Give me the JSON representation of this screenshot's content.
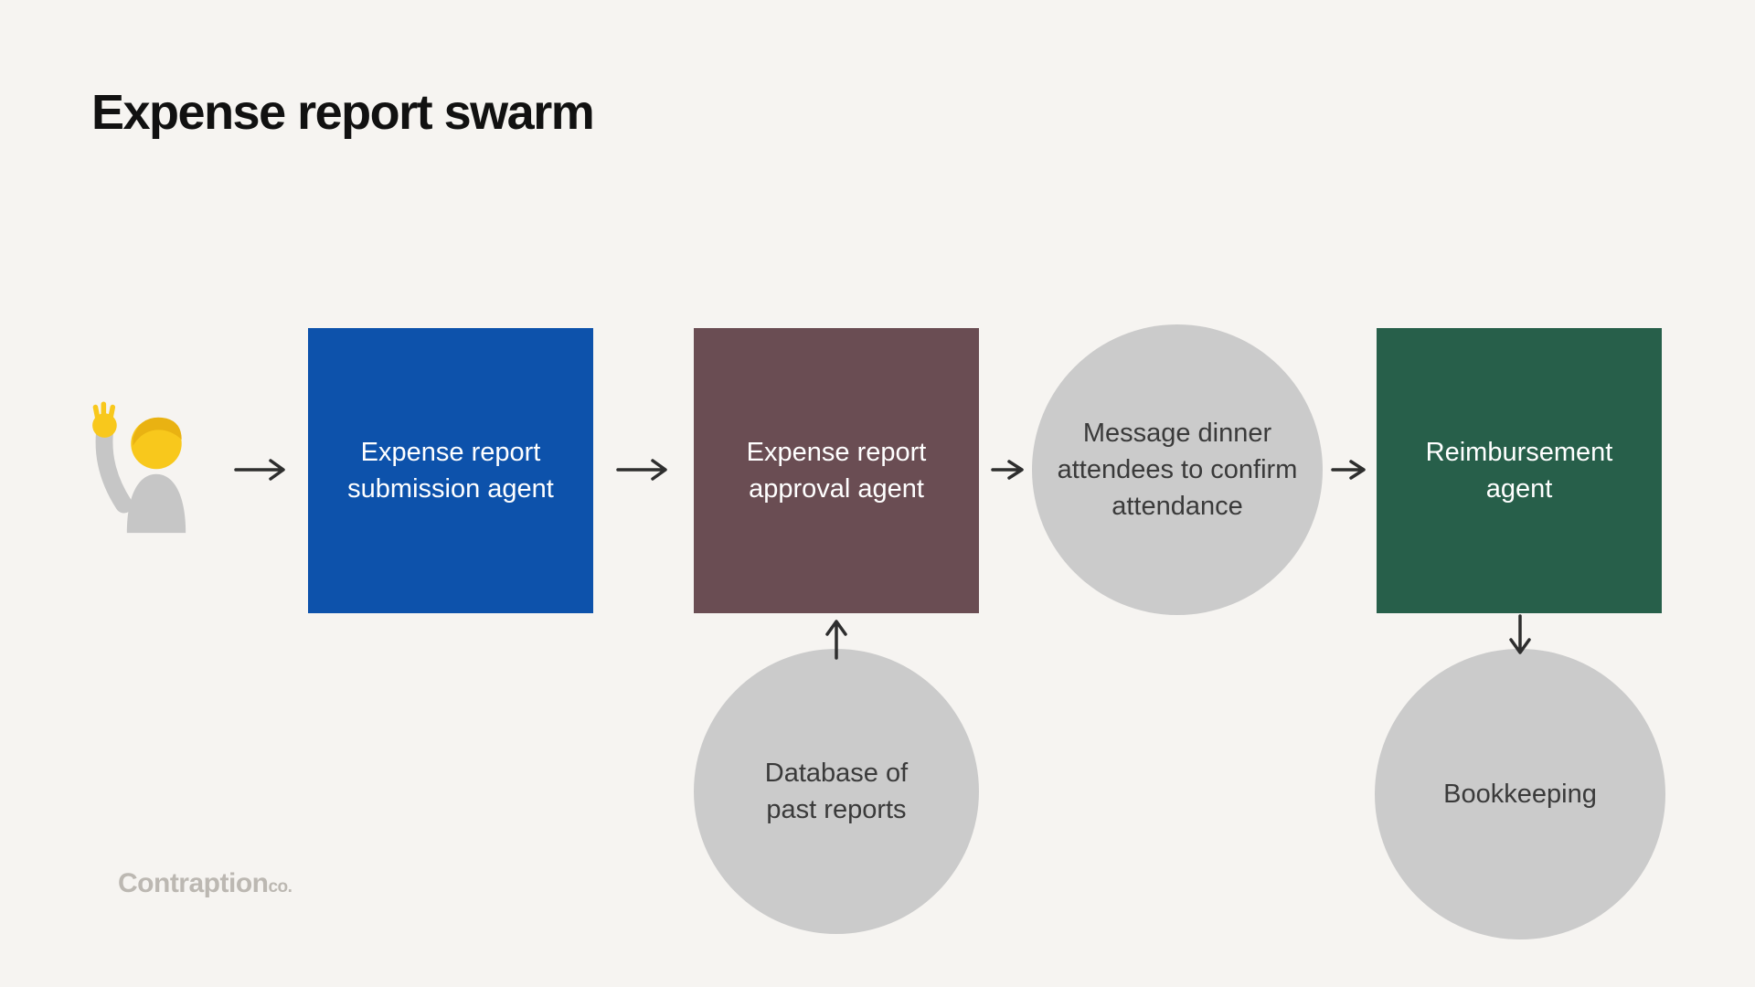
{
  "title": "Expense report swarm",
  "colors": {
    "background": "#f6f4f1",
    "submission": "#0d52ab",
    "approval": "#6a4d53",
    "reimbursement": "#275f4a",
    "resource": "#cbcbcb",
    "arrow": "#2e2e2e",
    "title_text": "#111111",
    "node_text_light": "#ffffff",
    "node_text_dark": "#3a3a3a",
    "watermark": "#bcb8b2"
  },
  "nodes": {
    "user": {
      "name": "person-raising-hand"
    },
    "submission": {
      "label": "Expense report submission agent"
    },
    "approval": {
      "label": "Expense report approval agent"
    },
    "message": {
      "label": "Message dinner attendees to confirm attendance"
    },
    "reimbursement": {
      "label": "Reimbursement agent"
    },
    "database": {
      "label": "Database of past reports"
    },
    "bookkeeping": {
      "label": "Bookkeeping"
    }
  },
  "watermark": {
    "brand": "Contraption",
    "suffix": "co."
  }
}
